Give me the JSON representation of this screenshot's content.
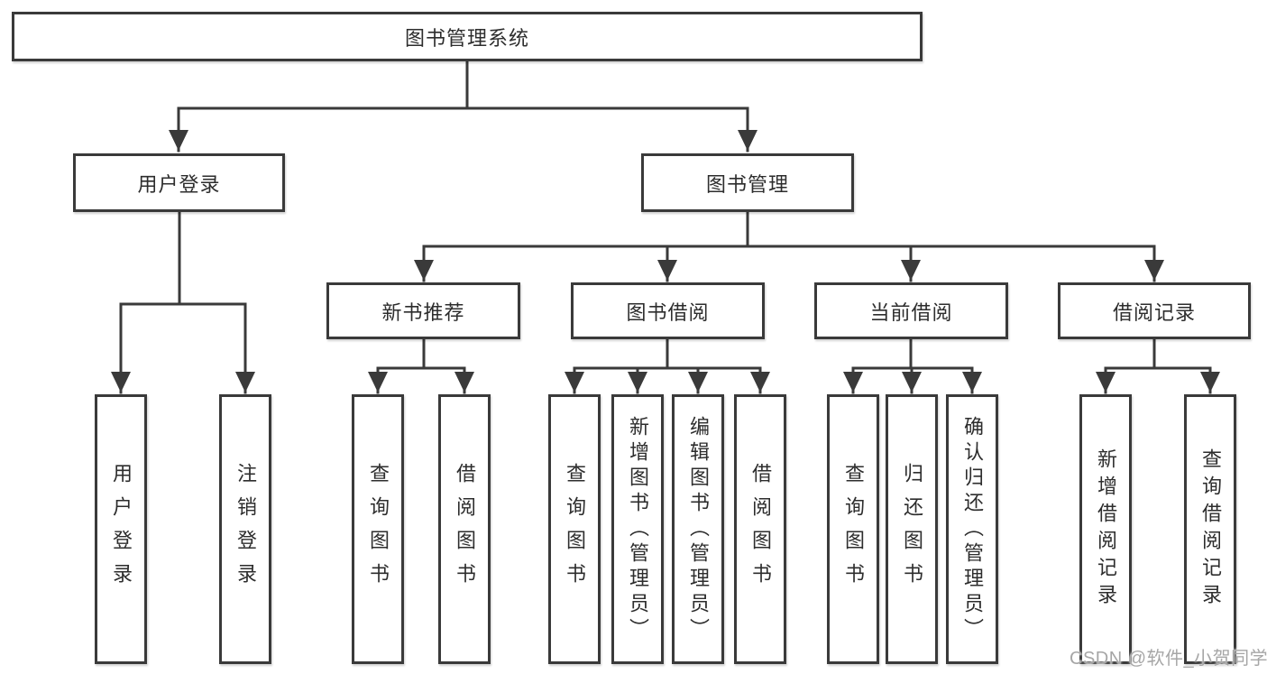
{
  "colors": {
    "line": "#3a3a3a",
    "text": "#2d2d2d",
    "bg": "#ffffff",
    "watermark": "#a6a6a6"
  },
  "watermark": {
    "text": "CSDN @软件_小贺同学"
  },
  "tree": {
    "root": "图书管理系统",
    "user_login": {
      "label": "用户登录",
      "children": {
        "login": "用户登录",
        "logout": "注销登录"
      }
    },
    "book_mgmt": {
      "label": "图书管理",
      "groups": {
        "new_books": {
          "label": "新书推荐",
          "children": {
            "query": "查询图书",
            "borrow": "借阅图书"
          }
        },
        "borrowing": {
          "label": "图书借阅",
          "children": {
            "query": "查询图书",
            "add": "新增图书（管理员）",
            "edit": "编辑图书（管理员）",
            "borrow": "借阅图书"
          }
        },
        "current": {
          "label": "当前借阅",
          "children": {
            "query": "查询图书",
            "return": "归还图书",
            "confirm": "确认归还（管理员）"
          }
        },
        "records": {
          "label": "借阅记录",
          "children": {
            "add": "新增借阅记录",
            "query": "查询借阅记录"
          }
        }
      }
    }
  }
}
